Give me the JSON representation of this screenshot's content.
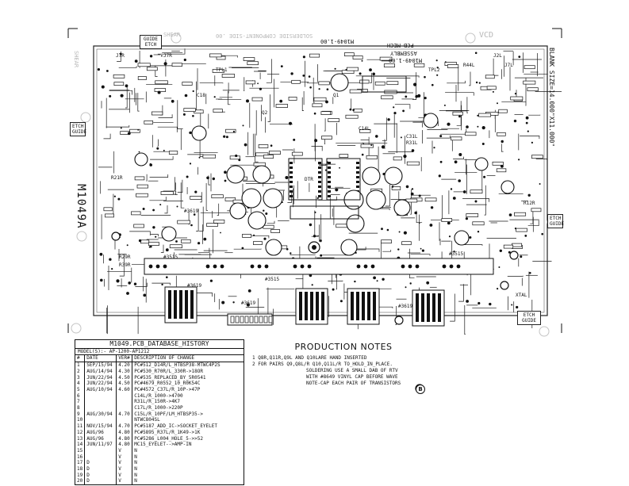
{
  "board": {
    "part_number": "M1049A",
    "assembly_lines": [
      "ASSEMBLY",
      "PCB MECH",
      "M1049-1.00",
      "M1049-1.00"
    ],
    "top_faint_text": "SHEAR",
    "top_faint_text_mirrored": "SOLDERSIDE COMPONENT-SIDE .00",
    "vcd_label": "VCD",
    "blank_size": "BLANK SIZE=14.000\"X11.000\"",
    "side_faint_text": "SHEAR"
  },
  "guides": {
    "top": "GUIDE ETCH",
    "left": "ETCH GUIDE",
    "right_mid": "ETCH GUIDE",
    "bottom_right": "ETCH GUIDE"
  },
  "component_labels": {
    "top_row": [
      "J7R",
      "J7R",
      "R44L",
      "J7L",
      "J2L"
    ],
    "chips": [
      "#3619",
      "#3619",
      "#3619",
      "#3619",
      "#3515",
      "#3515",
      "#3515"
    ],
    "misc": [
      "TPL1",
      "TPL2",
      "Q1",
      "Q2",
      "C18",
      "C14L",
      "C31L",
      "R31L",
      "DTR",
      "R29R",
      "R39R",
      "XTAL",
      "R21R",
      "R12R"
    ]
  },
  "history": {
    "title": "M1049.PCB_DATABASE_HISTORY",
    "models": "MODEL(S):- AP-1200-AP1212",
    "columns": [
      "#",
      "DATE",
      "VER#",
      "DESCRIPTION OF CHANGE"
    ],
    "rows": [
      [
        "1",
        "SEP/15/94",
        "4.20",
        "PC#512_D14R/L_HTBSP38-MTWC4P2S"
      ],
      [
        "2",
        "AUG/14/94",
        "4.30",
        "PC#530_R70R/L_330R->18OR"
      ],
      [
        "3",
        "JUN/22/94",
        "4.50",
        "PC#535_REPLACED_BY_5R0541"
      ],
      [
        "4",
        "JUN/22/94",
        "4.50",
        "PC#4679_R0552_10_R0K54C"
      ],
      [
        "5",
        "AUG/10/94",
        "4.60",
        "PC#4572_C37L/R_10P->47P"
      ],
      [
        "6",
        "",
        "",
        "C14L/R_1000->4700"
      ],
      [
        "7",
        "",
        "",
        "R31L/R_150R->4K7"
      ],
      [
        "8",
        "",
        "",
        "C17L/R_1000->220P"
      ],
      [
        "9",
        "AUG/30/94",
        "4.70",
        "C15L/R_10PF/LM_HTBSP35->"
      ],
      [
        "10",
        "",
        "",
        "NTWC804SL"
      ],
      [
        "11",
        "NOV/15/94",
        "4.70",
        "PC#5187_ADD_IC->SOCKET_EYELET"
      ],
      [
        "12",
        "AUG/96",
        "4.80",
        "PC#5895_R37L/R_1K49->1K"
      ],
      [
        "13",
        "AUG/96",
        "4.80",
        "PC#5286_L004_HOLE_5->>52"
      ],
      [
        "14",
        "JUN/11/97",
        "4.80",
        "MC15_EYELET-->AMP-IN"
      ],
      [
        "15",
        "",
        "V",
        "N"
      ],
      [
        "16",
        "",
        "V",
        "N"
      ],
      [
        "17",
        "D",
        "V",
        "N"
      ],
      [
        "18",
        "D",
        "V",
        "N"
      ],
      [
        "19",
        "D",
        "V",
        "N"
      ],
      [
        "20",
        "D",
        "V",
        "N"
      ]
    ]
  },
  "notes": {
    "title": "PRODUCTION NOTES",
    "items": [
      "1  Q8R,Q11R,Q9L AND Q10LARE HAND INSERTED",
      "2  FOR PAIRS Q9,Q8L/R Q10,Q11L/R   TO_HOLD_IN_PLACE."
    ],
    "sub_items": [
      "SOLDERING  USE A SMALL DAB OF RTV",
      "WITH #8649 VINYL CAP BEFORE WAVE",
      "NOTE-CAP EACH PAIR OF TRANSISTORS"
    ],
    "marker": "B"
  },
  "colors": {
    "ink": "#111111",
    "faint": "#b8b8b8",
    "paper": "#ffffff"
  }
}
